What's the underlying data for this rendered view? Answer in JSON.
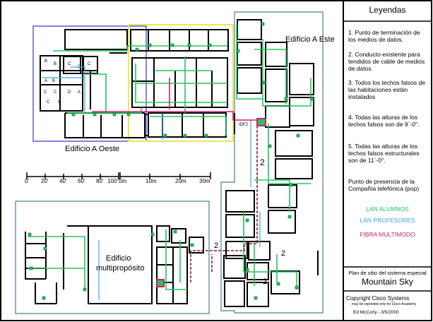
{
  "legend": {
    "title": "Leyendas",
    "items": [
      "1. Punto de terminación de los medios de datos.",
      "2. Conducto existente para tendidos de cable de medios de datos",
      "3. Todos los techos falsos de las habitaciones están instalados",
      "4. Todas las alturas de los techos falsos son de 9`-0\".",
      "5. Todas las alturas de los techos falsos estructurales son de 11`-0\".",
      "Punto de presencia de la Compañía telefónica (pop)"
    ],
    "lan_labels": [
      {
        "text": "LAN ALUMNOS",
        "color": "#22c55e"
      },
      {
        "text": "LAN PROFESORES",
        "color": "#3aa7d8"
      },
      {
        "text": "FIBRA MULTIMODO",
        "color": "#d0206a"
      }
    ]
  },
  "title_block": {
    "subtitle": "Plan de sitio del sistema especial",
    "title": "Mountain Sky",
    "copyright": "Copyright Cisco Systems",
    "note": "may be reprinted only for Cisco Academy",
    "author": "Ed McCorly - 3/5/2000"
  },
  "buildings": {
    "east": "Edificio A Este",
    "west": "Edificio A Oeste",
    "multi_line1": "Edificio",
    "multi_line2": "multipropósito"
  },
  "scales": {
    "feet": [
      "0'",
      "20'",
      "40'",
      "60'",
      "80'",
      "100'"
    ],
    "meters": [
      "0m",
      "10m",
      "20m",
      "30m"
    ]
  },
  "marks": {
    "conduit_number": "2",
    "closet": "IDF2"
  },
  "colors": {
    "student_lan": "#22c55e",
    "faculty_lan": "#3aa7d8",
    "fiber": "#d0206a",
    "dark_fiber": "#8b1a3a",
    "wall": "#000000",
    "west_outline": "#5b5bd6",
    "center_outline": "#e8e85a",
    "east_outline": "#4a7f8f"
  }
}
